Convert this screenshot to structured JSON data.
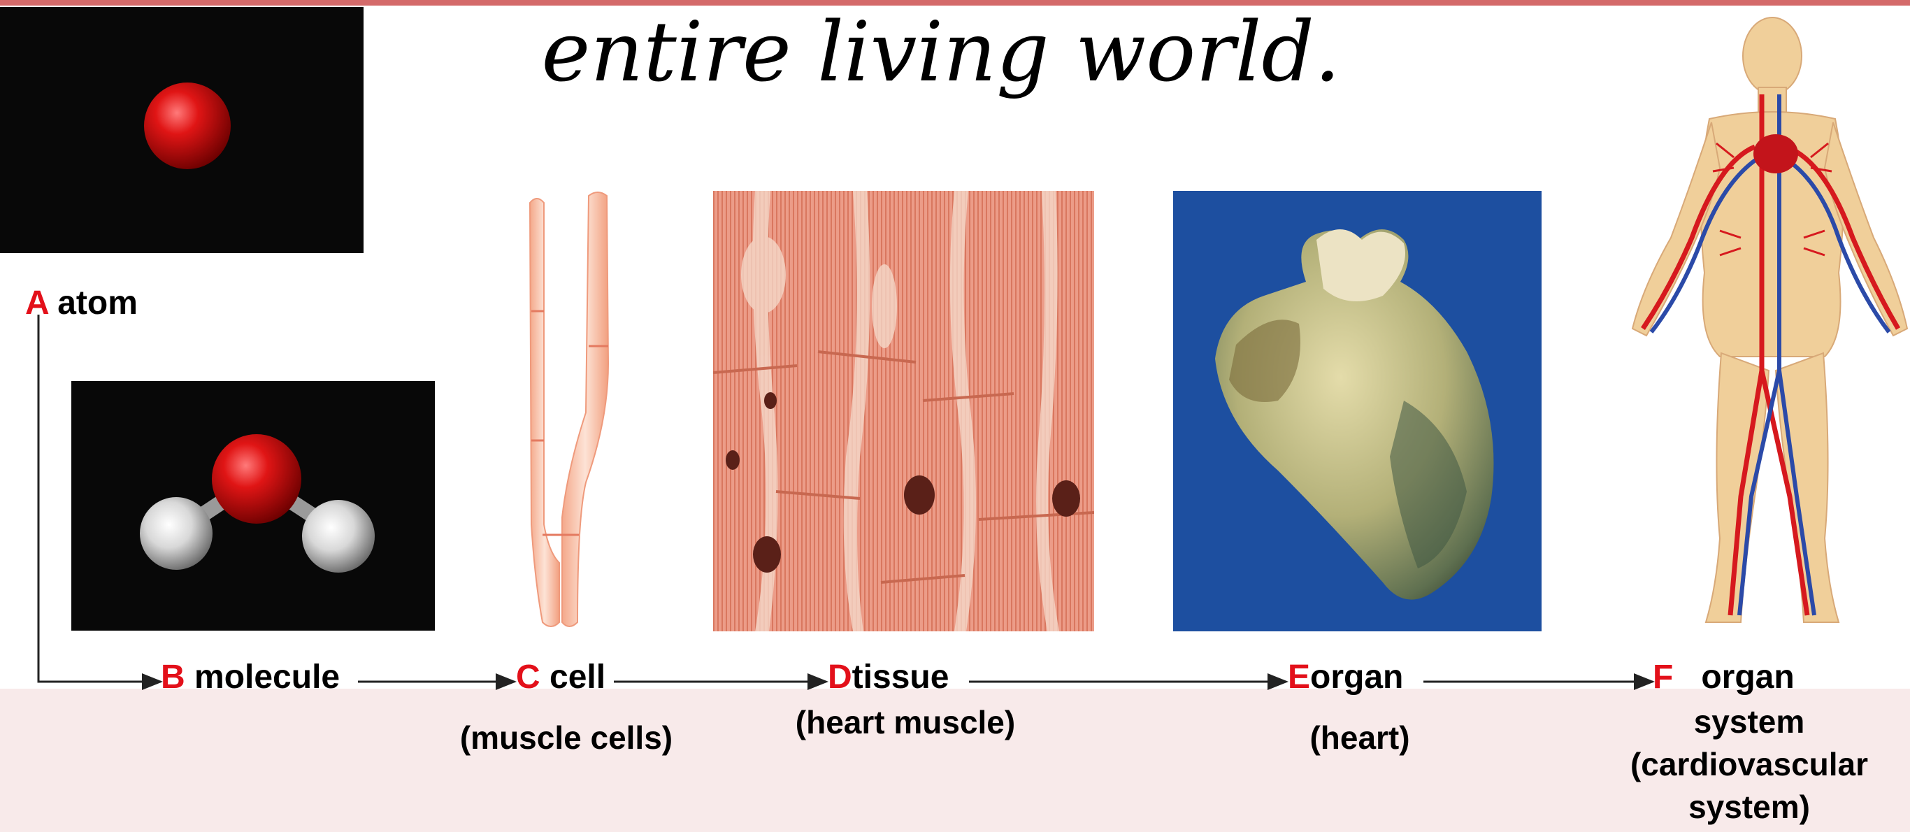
{
  "headline": "entire living world.",
  "levels": [
    {
      "letter": "A",
      "name": "atom",
      "detail": ""
    },
    {
      "letter": "B",
      "name": "molecule",
      "detail": ""
    },
    {
      "letter": "C",
      "name": "cell",
      "detail": "(muscle cells)"
    },
    {
      "letter": "D",
      "name": "tissue",
      "detail": "(heart muscle)"
    },
    {
      "letter": "E",
      "name": "organ",
      "detail": "(heart)"
    },
    {
      "letter": "F",
      "name": "organ",
      "detail": "system (cardiovascular system)"
    }
  ],
  "colors": {
    "accent": "#e3101a",
    "bar": "#d46a6a",
    "band": "#f8eaea"
  },
  "icons": [
    "atom-image",
    "water-molecule-image",
    "muscle-cells-image",
    "heart-muscle-tissue-image",
    "heart-organ-image",
    "cardiovascular-system-image"
  ]
}
